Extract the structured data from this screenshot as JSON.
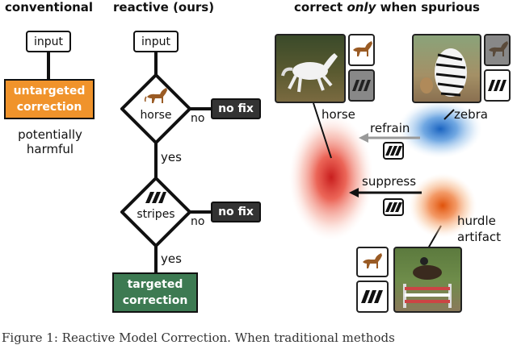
{
  "headers": {
    "conventional": "conventional",
    "reactive": "reactive (ours)",
    "spurious_prefix": "correct ",
    "spurious_emph": "only",
    "spurious_suffix": " when spurious"
  },
  "conventional": {
    "input": "input",
    "correction_line1": "untargeted",
    "correction_line2": "correction",
    "note_line1": "potentially",
    "note_line2": "harmful"
  },
  "reactive": {
    "input": "input",
    "decision1": "horse",
    "decision2": "stripes",
    "no1": "no",
    "no2": "no",
    "yes1": "yes",
    "yes2": "yes",
    "nofix1": "no fix",
    "nofix2": "no fix",
    "result_line1": "targeted",
    "result_line2": "correction"
  },
  "spurious": {
    "horse": "horse",
    "zebra": "zebra",
    "refrain": "refrain",
    "suppress": "suppress",
    "hurdle_line1": "hurdle",
    "hurdle_line2": "artifact"
  },
  "caption": "Figure 1:  Reactive Model Correction.  When traditional methods",
  "colors": {
    "orange": "#f0932b",
    "green": "#3d7a52",
    "dark": "#333333",
    "red_blob": "#e03030",
    "blue_blob": "#2f7fd0",
    "orange_blob": "#f06a1a"
  }
}
